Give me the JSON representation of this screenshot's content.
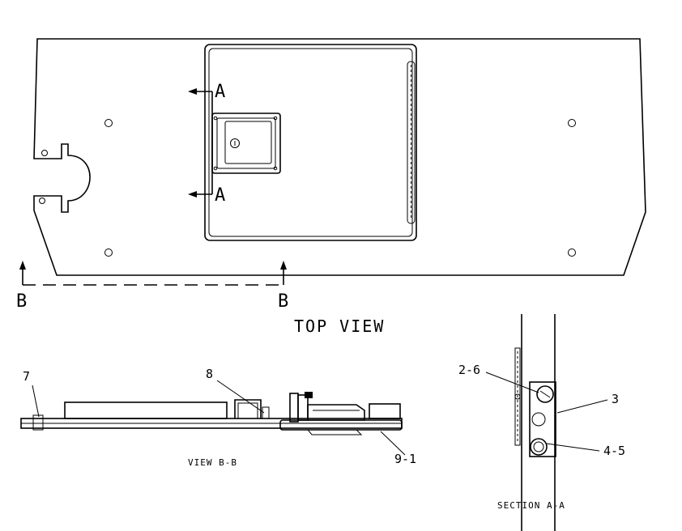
{
  "top_view": {
    "title": "TOP VIEW",
    "section_a_top": "A",
    "section_a_bottom": "A",
    "view_b_left": "B",
    "view_b_right": "B"
  },
  "view_bb": {
    "title": "VIEW B-B",
    "callouts": [
      "7",
      "8",
      "9-1"
    ]
  },
  "section_aa": {
    "title": "SECTION A-A",
    "callouts": [
      "2-6",
      "3",
      "4-5"
    ]
  }
}
